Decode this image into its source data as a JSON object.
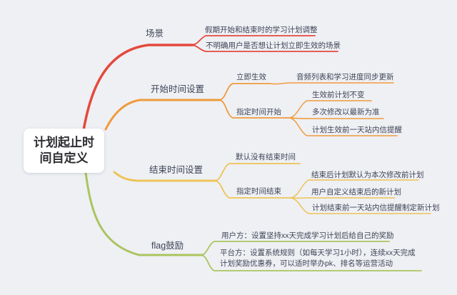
{
  "canvas": {
    "background": "#eef0f4",
    "text_color": "#3f4456"
  },
  "root": {
    "label": "计划起止时间自定义"
  },
  "branches": [
    {
      "label": "场景",
      "color": "#e5493d",
      "children": [
        {
          "label": "假期开始和结束时的学习计划调整"
        },
        {
          "label": "不明确用户是否想让计划立即生效的场景"
        }
      ]
    },
    {
      "label": "开始时间设置",
      "color": "#f09b3c",
      "children": [
        {
          "label": "立即生效",
          "children": [
            {
              "label": "音频列表和学习进度同步更新"
            }
          ]
        },
        {
          "label": "指定时间开始",
          "children": [
            {
              "label": "生效前计划不变"
            },
            {
              "label": "多次修改以最新为准"
            },
            {
              "label": "计划生效前一天站内信提醒"
            }
          ]
        }
      ]
    },
    {
      "label": "结束时间设置",
      "color": "#eec357",
      "children": [
        {
          "label": "默认没有结束时间"
        },
        {
          "label": "指定时间结束",
          "children": [
            {
              "label": "结束后计划默认为本次修改前计划"
            },
            {
              "label": "用户自定义结束后的新计划"
            },
            {
              "label": "计划结束前一天站内信提醒制定新计划"
            }
          ]
        }
      ]
    },
    {
      "label": "flag鼓励",
      "color": "#abc45f",
      "children": [
        {
          "label": "用户方：设置坚持xx天完成学习计划后给自己的奖励"
        },
        {
          "label": "平台方：设置系统规则（如每天学习1小时），连续xx天完成计划奖励优惠券，可以适时举办pk、排名等运营活动"
        }
      ]
    }
  ]
}
